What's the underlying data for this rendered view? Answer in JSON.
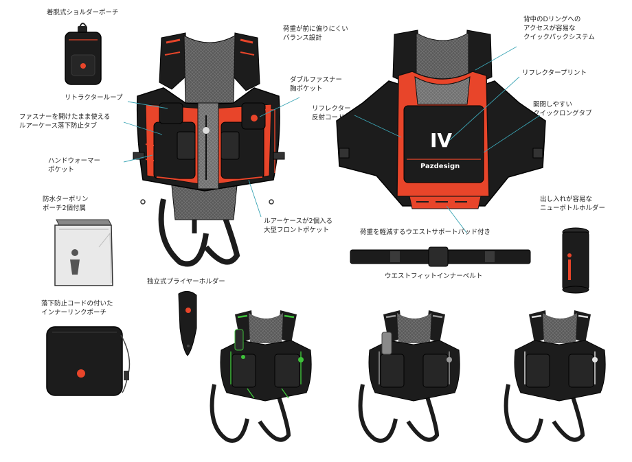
{
  "colors": {
    "accent_orange": "#e8452a",
    "accent_green": "#3ec23a",
    "vest_black": "#1c1c1c",
    "mesh_gray": "#6b6b6b",
    "leader_line": "#3aa5b5",
    "silver_gray": "#9a9a9a"
  },
  "labels": {
    "shoulder_pouch": "着脱式ショルダーポーチ",
    "balance": "荷重が前に偏りにくい\nバランス設計",
    "d_ring": "背中のDリングへの\nアクセスが容易な\nクイックパックシステム",
    "retractor_loop": "リトラクターループ",
    "double_zip": "ダブルファスナー\n胸ポケット",
    "reflector_print": "リフレクタープリント",
    "lure_case_tab": "ファスナーを開けたまま使える\nルアーケース落下防止タブ",
    "reflector_cord": "リフレクター\n反射コード",
    "quick_long_tab": "開閉しやすい\nクイックロングタブ",
    "hand_warmer": "ハンドウォーマー\nポケット",
    "tarpaulin_pouch": "防水ターポリン\nポーチ2個付属",
    "front_pocket": "ルアーケースが2個入る\n大型フロントポケット",
    "waist_pad": "荷重を軽減するウエストサポートパッド付き",
    "bottle_holder": "出し入れが容易な\nニューボトルホルダー",
    "inner_belt": "ウエストフィットインナーベルト",
    "plier_holder": "独立式プライヤーホルダー",
    "inner_link_pouch": "落下防止コードの付いた\nインナーリンクポーチ"
  },
  "product": {
    "model_numeral": "IV",
    "brand": "Pazdesign"
  },
  "icons": [
    "shoulder-pouch-icon",
    "tarpaulin-pouch-icon",
    "inner-link-pouch-icon",
    "plier-holder-icon",
    "bottle-holder-icon",
    "waist-belt-icon"
  ],
  "variants": [
    "black-green",
    "black-silver",
    "black-white"
  ]
}
